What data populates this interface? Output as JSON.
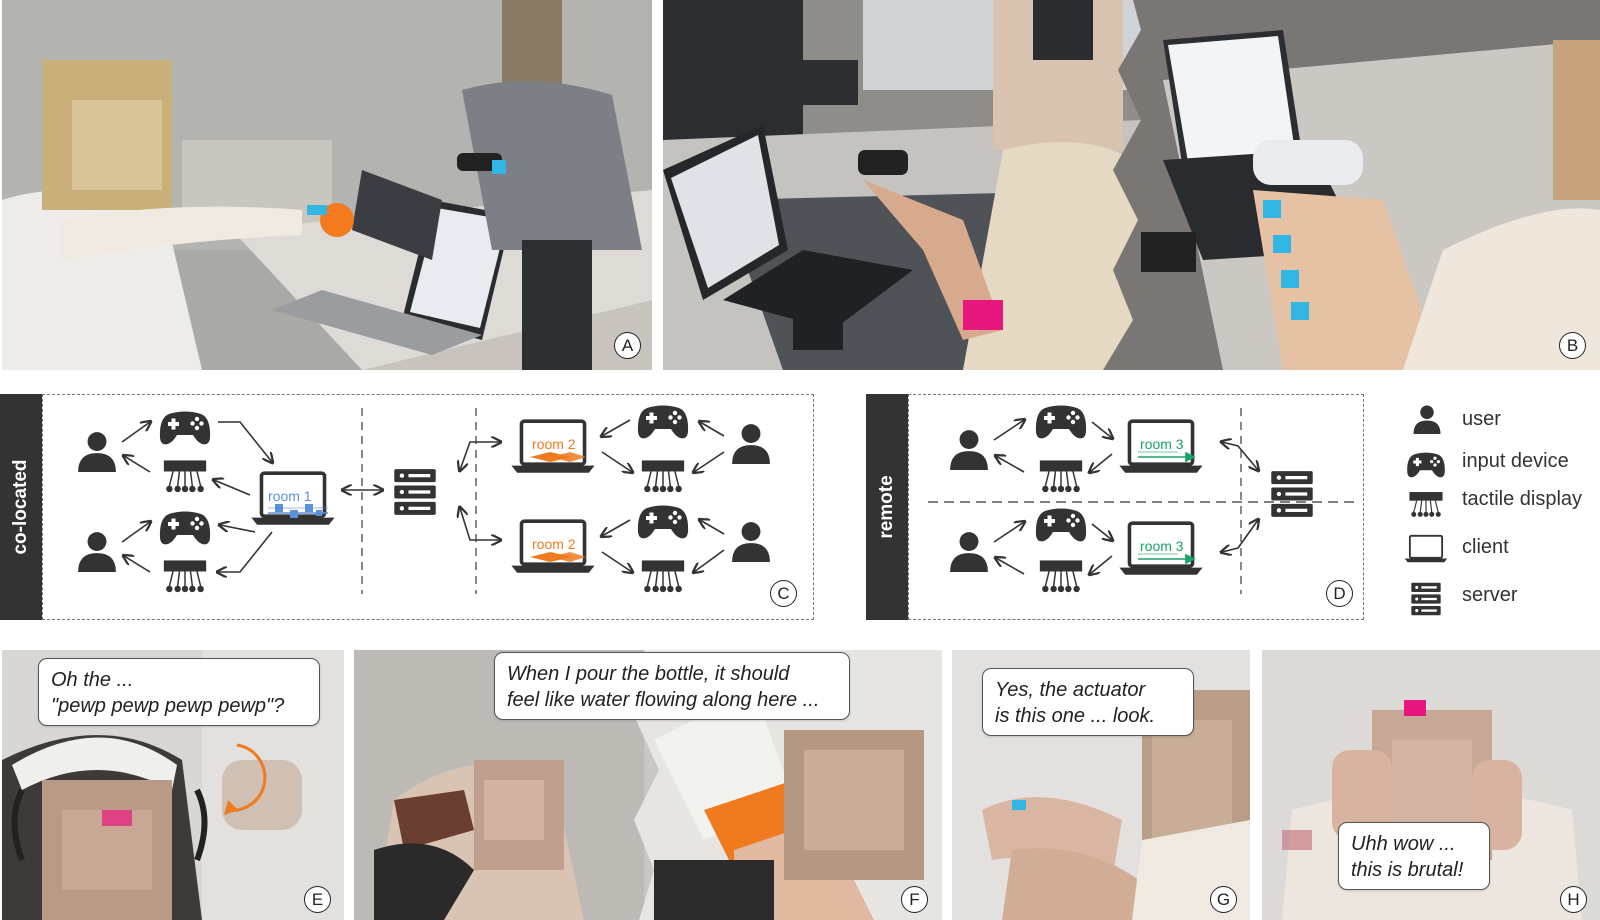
{
  "panels": {
    "A": {
      "label": "A"
    },
    "B": {
      "label": "B"
    },
    "C": {
      "label": "C",
      "sidebar": "co-located",
      "rooms": [
        "room 1",
        "room 2",
        "room 2"
      ]
    },
    "D": {
      "label": "D",
      "sidebar": "remote",
      "rooms": [
        "room 3",
        "room 3"
      ]
    },
    "E": {
      "label": "E",
      "quote_line1": "Oh the ...",
      "quote_line2": "\"pewp pewp pewp pewp\"?"
    },
    "F": {
      "label": "F",
      "quote_line1": "When I pour the bottle, it should",
      "quote_line2": "feel like water flowing along here ..."
    },
    "G": {
      "label": "G",
      "quote_line1": "Yes, the actuator",
      "quote_line2": "is this one ... look."
    },
    "H": {
      "label": "H",
      "quote_line1": "Uhh wow ...",
      "quote_line2": "this is brutal!"
    }
  },
  "legend": {
    "items": [
      {
        "label": "user",
        "icon": "user-icon"
      },
      {
        "label": "input device",
        "icon": "gamepad-icon"
      },
      {
        "label": "tactile display",
        "icon": "tactile-display-icon"
      },
      {
        "label": "client",
        "icon": "laptop-icon"
      },
      {
        "label": "server",
        "icon": "server-icon"
      }
    ]
  },
  "colors": {
    "room1": "#5b8fd9",
    "room2": "#f07a1e",
    "room3": "#1aa36b",
    "icon": "#333333",
    "electrode_blue": "#34b6e4",
    "electrode_pink": "#e8177d"
  }
}
